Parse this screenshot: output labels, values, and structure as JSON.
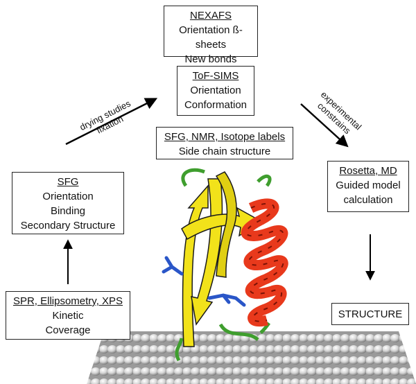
{
  "boxes": {
    "nexafs": {
      "heading": "NEXAFS",
      "lines": [
        "Orientation ß-sheets",
        "New bonds"
      ]
    },
    "tofsims": {
      "heading": "ToF-SIMS",
      "lines": [
        "Orientation",
        "Conformation"
      ]
    },
    "sfg_nmr": {
      "heading": "SFG, NMR, Isotope labels",
      "lines": [
        "Side chain structure"
      ]
    },
    "sfg": {
      "heading": "SFG",
      "lines": [
        "Orientation",
        "Binding",
        "Secondary Structure"
      ]
    },
    "rosetta": {
      "heading": "Rosetta, MD",
      "lines": [
        "Guided model",
        "calculation"
      ]
    },
    "spr": {
      "heading": "SPR, Ellipsometry, XPS",
      "lines": [
        "Kinetic",
        "Coverage"
      ]
    },
    "structure": {
      "lines": [
        "STRUCTURE"
      ]
    }
  },
  "arrow_labels": {
    "drying": [
      "drying studies",
      "fixation"
    ],
    "experimental": [
      "experimental",
      "constrains"
    ]
  },
  "colors": {
    "sheet": "#f2e21a",
    "helix": "#e8391c",
    "loop": "#3f9e2e",
    "sidechain": "#2a56c8",
    "surface": "#c9c9c9"
  }
}
